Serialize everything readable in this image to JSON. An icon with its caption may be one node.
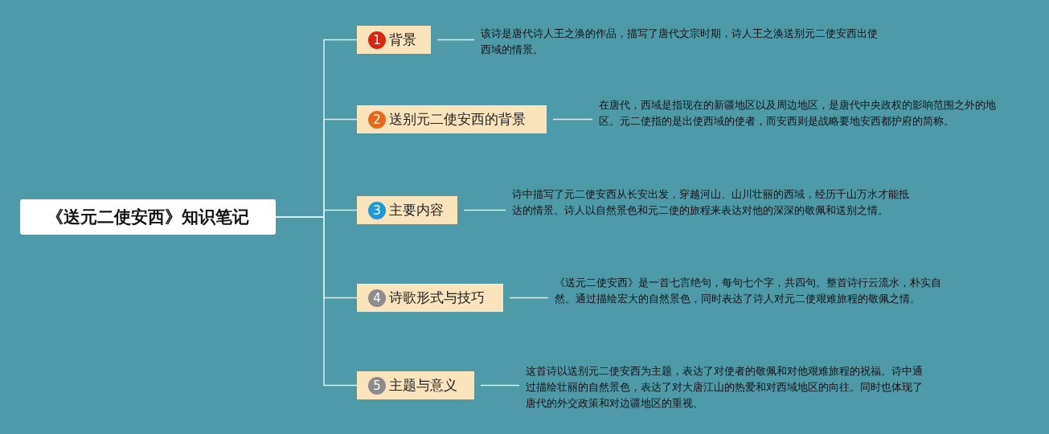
{
  "diagram": {
    "nodes": [
      {
        "text": [
          "《送元二使安西》知识笔记"
        ]
      },
      {
        "text": [
          "1",
          "背景"
        ]
      },
      {
        "text": [
          "2",
          "送别元二使安西的背景"
        ]
      },
      {
        "text": [
          "3",
          "主要内容"
        ]
      },
      {
        "text": [
          "4",
          "诗歌形式与技巧"
        ]
      },
      {
        "text": [
          "5",
          "主题与意义"
        ]
      },
      {
        "text": [
          "该诗是唐代诗人王之涣的作品，描写了唐代文宗时期，诗人王之涣送别元二使安西出使西域的情景。"
        ]
      },
      {
        "text": [
          "在唐代，西域是指现在的新疆地区以及周边地区，是唐代中央政权的影响范围之外的地区。元二使指的是出使西域的使者，而安西则是战略要地安西都护府的简称。"
        ]
      },
      {
        "text": [
          "诗中描写了元二使安西从长安出发，穿越河山、山川壮丽的西域，经历千山万水才能抵达的情景。诗人以自然景色和元二使的旅程来表达对他的深深的敬佩和送别之情。"
        ]
      },
      {
        "text": [
          "《送元二使安西》是一首七言绝句，每句七个字，共四句。整首诗行云流水，朴实自然。通过描绘宏大的自然景色，同时表达了诗人对元二使艰难旅程的敬佩之情。"
        ]
      },
      {
        "text": [
          "这首诗以送别元二使安西为主题，表达了对使者的敬佩和对他艰难旅程的祝福。诗中通过描绘壮丽的自然景色，表达了对大唐江山的热爱和对西域地区的向往。同时也体现了唐代的外交政策和对边疆地区的重视。"
        ]
      }
    ],
    "edges": [
      {
        "from": 0,
        "to": 1,
        "arrow": "none"
      },
      {
        "from": 0,
        "to": 2,
        "arrow": "none"
      },
      {
        "from": 0,
        "to": 3,
        "arrow": "none"
      },
      {
        "from": 0,
        "to": 4,
        "arrow": "none"
      },
      {
        "from": 0,
        "to": 5,
        "arrow": "none"
      },
      {
        "from": 1,
        "to": 6,
        "arrow": "none"
      },
      {
        "from": 2,
        "to": 7,
        "arrow": "none"
      },
      {
        "from": 3,
        "to": 8,
        "arrow": "none"
      },
      {
        "from": 4,
        "to": 9,
        "arrow": "none"
      },
      {
        "from": 5,
        "to": 10,
        "arrow": "none"
      }
    ]
  }
}
